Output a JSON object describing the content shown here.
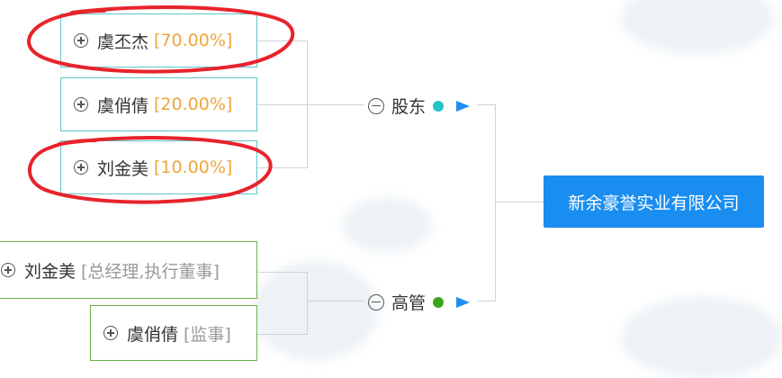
{
  "company": {
    "name": "新余豪誉实业有限公司",
    "color": "#1a8ef0"
  },
  "groups": {
    "shareholders": {
      "label": "股东",
      "dot_color": "#23c3c8",
      "items": [
        {
          "name": "虞丕杰",
          "detail": "[70.00%]"
        },
        {
          "name": "虞俏倩",
          "detail": "[20.00%]"
        },
        {
          "name": "刘金美",
          "detail": "[10.00%]"
        }
      ]
    },
    "executives": {
      "label": "高管",
      "dot_color": "#3aa61b",
      "items": [
        {
          "name": "刘金美",
          "detail": "[总经理,执行董事]"
        },
        {
          "name": "虞俏倩",
          "detail": "[监事]"
        }
      ]
    }
  },
  "annotations": {
    "circle_color": "#e8232b"
  },
  "icons": {
    "expand": "plus-circle-icon",
    "collapse": "minus-circle-icon",
    "arrow": "triangle-right-icon"
  }
}
